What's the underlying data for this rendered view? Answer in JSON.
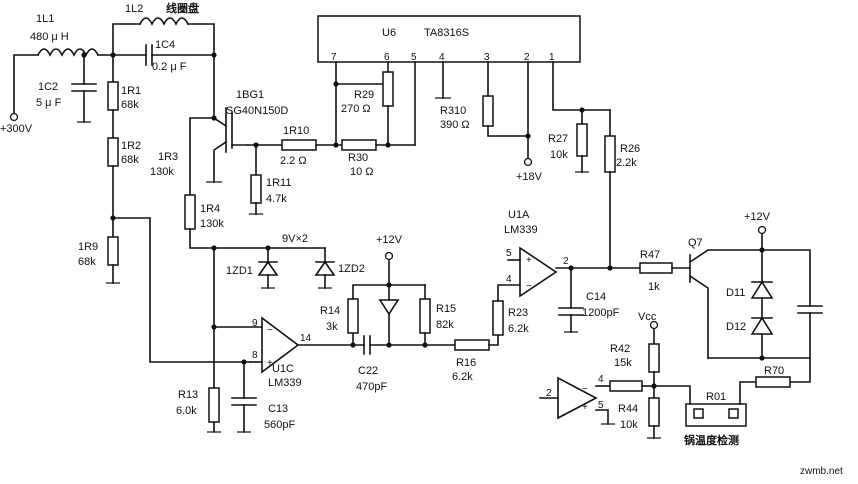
{
  "inductor_1l1": {
    "ref": "1L1",
    "value": "480 μ H"
  },
  "inductor_1l2": {
    "ref": "1L2",
    "extra": "线圈盘"
  },
  "cap_1c4": {
    "ref": "1C4",
    "value": "0.2 μ F"
  },
  "cap_1c2": {
    "ref": "1C2",
    "value": "5 μ F"
  },
  "supply_300v": "+300V",
  "res_1r1": {
    "ref": "1R1",
    "value": "68k"
  },
  "res_1r2": {
    "ref": "1R2",
    "value": "68k"
  },
  "res_1r9": {
    "ref": "1R9",
    "value": "68k"
  },
  "igbt": {
    "ref": "1BG1",
    "part": "SG40N150D"
  },
  "res_1r3": {
    "ref": "1R3",
    "value": "130k"
  },
  "res_1r4": {
    "ref": "1R4",
    "value": "130k"
  },
  "res_1r10": {
    "ref": "1R10",
    "value": "2.2 Ω"
  },
  "res_1r11": {
    "ref": "1R11",
    "value": "4.7k"
  },
  "ic_u6": {
    "ref": "U6",
    "part": "TA8316S",
    "pins": [
      "7",
      "6",
      "5",
      "4",
      "3",
      "2",
      "1"
    ]
  },
  "res_r29": {
    "ref": "R29",
    "value": "270 Ω"
  },
  "res_r30": {
    "ref": "R30",
    "value": "10 Ω"
  },
  "res_r310": {
    "ref": "R310",
    "value": "390 Ω"
  },
  "supply_18v": "+18V",
  "res_r27": {
    "ref": "R27",
    "value": "10k"
  },
  "res_r26": {
    "ref": "R26",
    "value": "2.2k"
  },
  "zener_pair": "9V×2",
  "zener_1zd1": "1ZD1",
  "zener_1zd2": "1ZD2",
  "supply_12v_left": "+12V",
  "supply_12v_right": "+12V",
  "opamp_u1a": {
    "ref": "U1A",
    "part": "LM339",
    "pin_plus": "5",
    "pin_minus": "4",
    "pin_out": "2"
  },
  "opamp_u1c": {
    "ref": "U1C",
    "part": "LM339",
    "pin_minus": "9",
    "pin_plus": "8",
    "pin_out": "14"
  },
  "opamp_left": {
    "pin_minus": "4",
    "pin_plus": "5",
    "pin_out": "2"
  },
  "res_r14": {
    "ref": "R14",
    "value": "3k"
  },
  "res_r15": {
    "ref": "R15",
    "value": "82k"
  },
  "res_r23": {
    "ref": "R23",
    "value": "6.2k"
  },
  "res_r16": {
    "ref": "R16",
    "value": "6.2k"
  },
  "cap_c22": {
    "ref": "C22",
    "value": "470pF"
  },
  "cap_c14": {
    "ref": "C14",
    "value": "1200pF"
  },
  "res_r47": {
    "ref": "R47",
    "value": "1k"
  },
  "transistor_q7": "Q7",
  "diode_d11": "D11",
  "diode_d12": "D12",
  "res_r13": {
    "ref": "R13",
    "value": "6.0k"
  },
  "cap_c13": {
    "ref": "C13",
    "value": "560pF"
  },
  "supply_vcc": "Vcc",
  "res_r42": {
    "ref": "R42",
    "value": "15k"
  },
  "res_r44": {
    "ref": "R44",
    "value": "10k"
  },
  "res_r70": "R70",
  "thermistor_r01": "R01",
  "pot_temp_label": "锅温度检测",
  "watermark": "zwmb.net"
}
